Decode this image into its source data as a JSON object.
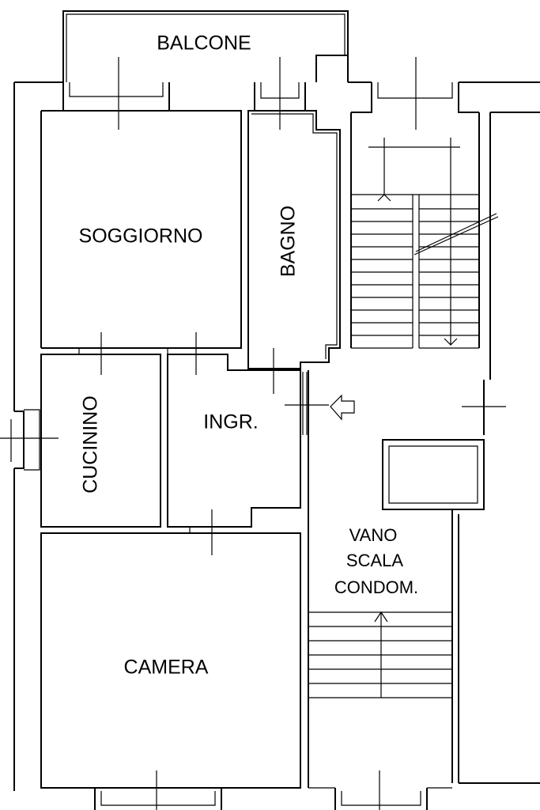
{
  "rooms": {
    "balcone": "BALCONE",
    "soggiorno": "SOGGIORNO",
    "bagno": "BAGNO",
    "cucinino": "CUCININO",
    "ingresso": "INGR.",
    "camera": "CAMERA",
    "vano_scala": [
      "VANO",
      "SCALA",
      "CONDOM."
    ]
  }
}
